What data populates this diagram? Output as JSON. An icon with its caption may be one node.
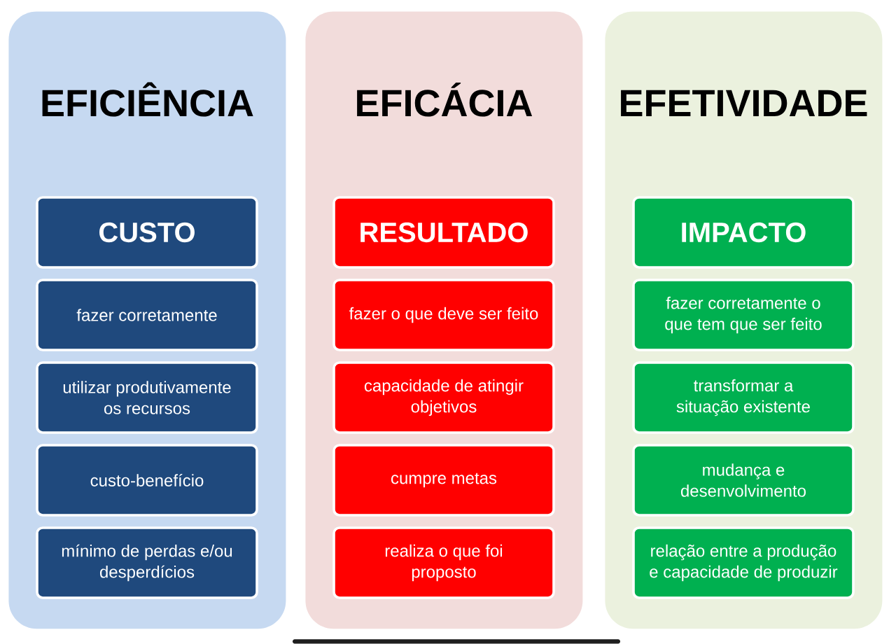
{
  "diagram": {
    "nodes": [
      {
        "text": [
          "EFICIÊNCIA"
        ]
      },
      {
        "text": [
          "CUSTO"
        ],
        "in": 0
      },
      {
        "text": [
          "fazer corretamente"
        ],
        "in": 0
      },
      {
        "text": [
          "utilizar produtivamente os recursos"
        ],
        "in": 0
      },
      {
        "text": [
          "custo-benefício"
        ],
        "in": 0
      },
      {
        "text": [
          "mínimo de perdas e/ou desperdícios"
        ],
        "in": 0
      },
      {
        "text": [
          "EFICÁCIA"
        ]
      },
      {
        "text": [
          "RESULTADO"
        ],
        "in": 6
      },
      {
        "text": [
          "fazer o que deve ser feito"
        ],
        "in": 6
      },
      {
        "text": [
          "capacidade de atingir objetivos"
        ],
        "in": 6
      },
      {
        "text": [
          "cumpre metas"
        ],
        "in": 6
      },
      {
        "text": [
          "realiza o que foi proposto"
        ],
        "in": 6
      },
      {
        "text": [
          "EFETIVIDADE"
        ]
      },
      {
        "text": [
          "IMPACTO"
        ],
        "in": 12
      },
      {
        "text": [
          "fazer corretamente o que tem que ser feito"
        ],
        "in": 12
      },
      {
        "text": [
          "transformar a situação existente"
        ],
        "in": 12
      },
      {
        "text": [
          "mudança e desenvolvimento"
        ],
        "in": 12
      },
      {
        "text": [
          "relação entre a produção e capacidade de produzir"
        ],
        "in": 12
      },
      {
        "text": [],
        "shape": "box"
      }
    ]
  }
}
